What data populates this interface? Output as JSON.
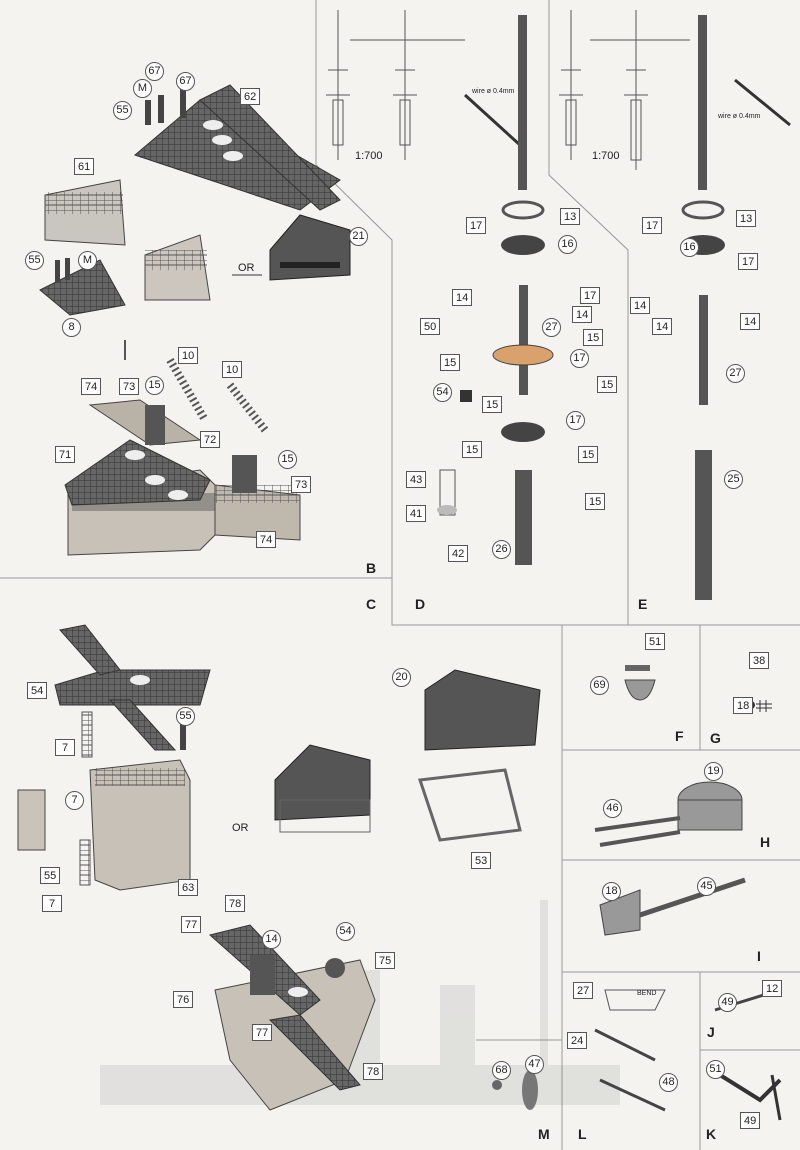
{
  "sections": {
    "B": "B",
    "C": "C",
    "D": "D",
    "E": "E",
    "F": "F",
    "G": "G",
    "H": "H",
    "I": "I",
    "J": "J",
    "K": "K",
    "L": "L",
    "M": "M"
  },
  "scale_left": "1:700",
  "scale_right": "1:700",
  "wire_left": "wire ø 0.4mm",
  "wire_right": "wire ø 0.4mm",
  "or_top": "OR",
  "or_bottom": "OR",
  "bend_label": "BEND",
  "callouts": {
    "c55a": "55",
    "cMa": "M",
    "c67a": "67",
    "c67b": "67",
    "c62": "62",
    "c61": "61",
    "c21": "21",
    "c55b": "55",
    "cMb": "M",
    "c8": "8",
    "c10a": "10",
    "c10b": "10",
    "c74a": "74",
    "c73a": "73",
    "c15a": "15",
    "c72": "72",
    "c71": "71",
    "c15b": "15",
    "c73b": "73",
    "c74b": "74",
    "d17a": "17",
    "d13": "13",
    "d16": "16",
    "d17b": "17",
    "d14a": "14",
    "d14b": "14",
    "d50": "50",
    "d27": "27",
    "d15a": "15",
    "d17c": "17",
    "d15b": "15",
    "d54": "54",
    "d15c": "15",
    "d17d": "17",
    "d15d": "15",
    "d15e": "15",
    "d43": "43",
    "d15f": "15",
    "d41": "41",
    "d15g": "15",
    "d42": "42",
    "d26": "26",
    "e17a": "17",
    "e13": "13",
    "e16": "16",
    "e17b": "17",
    "e14a": "14",
    "e14b": "14",
    "e14c": "14",
    "e27": "27",
    "e25": "25",
    "f51": "51",
    "f69": "69",
    "g38": "38",
    "g18": "18",
    "h19": "19",
    "h46": "46",
    "i18": "18",
    "i45": "45",
    "c54": "54",
    "c55c": "55",
    "c7a": "7",
    "c7b": "7",
    "c55d": "55",
    "c7c": "7",
    "c63": "63",
    "c20": "20",
    "c53": "53",
    "c78a": "78",
    "c77a": "77",
    "c14": "14",
    "c54b": "54",
    "c75": "75",
    "c76": "76",
    "c77b": "77",
    "c78b": "78",
    "l27": "27",
    "l24": "24",
    "l48": "48",
    "j49": "49",
    "j12": "12",
    "m68": "68",
    "m47": "47",
    "k51": "51",
    "k49": "49"
  }
}
